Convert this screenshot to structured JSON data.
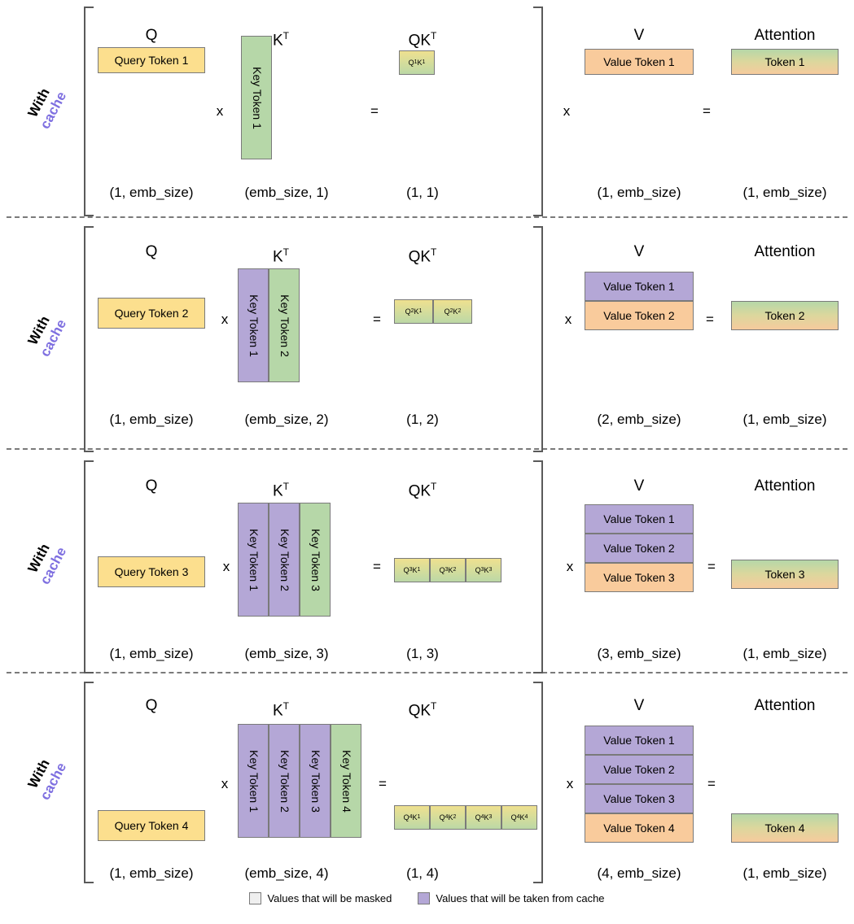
{
  "legend": {
    "items": [
      {
        "label": "Values that will be masked",
        "color": "#efefef",
        "icon": "masked-swatch"
      },
      {
        "label": "Values that will be taken from cache",
        "color": "#b4a7d6",
        "icon": "cache-swatch"
      }
    ]
  },
  "palette": {
    "query": "#fcdf8e",
    "key_new": "#b6d7a8",
    "key_cached": "#b4a7d6",
    "value_new": "#f9cb9c",
    "value_cached": "#b4a7d6",
    "stage_accent": "#7e6fe0",
    "border": "#7a7a7a"
  },
  "headers": {
    "q": "Q",
    "kt": "K",
    "kt_sup": "T",
    "qkt": "QK",
    "qkt_sup": "T",
    "v": "V",
    "attention": "Attention"
  },
  "operators": {
    "times": "x",
    "equals": "="
  },
  "stage_label": {
    "word1": "With",
    "word2": "cache"
  },
  "rows": [
    {
      "id": "step-1",
      "query": "Query Token 1",
      "keys": [
        {
          "label": "Key Token 1",
          "cached": false
        }
      ],
      "qk_cells": [
        {
          "q": "Q",
          "qsub": "1",
          "k": "K",
          "ksub": "1"
        }
      ],
      "values": [
        {
          "label": "Value Token 1",
          "cached": false
        }
      ],
      "attention": "Token 1",
      "shapes": {
        "q": "(1, emb_size)",
        "kt": "(emb_size, 1)",
        "qkt": "(1, 1)",
        "v": "(1, emb_size)",
        "attention": "(1, emb_size)"
      }
    },
    {
      "id": "step-2",
      "query": "Query Token 2",
      "keys": [
        {
          "label": "Key Token 1",
          "cached": true
        },
        {
          "label": "Key Token 2",
          "cached": false
        }
      ],
      "qk_cells": [
        {
          "q": "Q",
          "qsub": "2",
          "k": "K",
          "ksub": "1"
        },
        {
          "q": "Q",
          "qsub": "2",
          "k": "K",
          "ksub": "2"
        }
      ],
      "values": [
        {
          "label": "Value Token 1",
          "cached": true
        },
        {
          "label": "Value Token 2",
          "cached": false
        }
      ],
      "attention": "Token 2",
      "shapes": {
        "q": "(1, emb_size)",
        "kt": "(emb_size, 2)",
        "qkt": "(1, 2)",
        "v": "(2, emb_size)",
        "attention": "(1, emb_size)"
      }
    },
    {
      "id": "step-3",
      "query": "Query Token 3",
      "keys": [
        {
          "label": "Key Token 1",
          "cached": true
        },
        {
          "label": "Key Token 2",
          "cached": true
        },
        {
          "label": "Key Token 3",
          "cached": false
        }
      ],
      "qk_cells": [
        {
          "q": "Q",
          "qsub": "3",
          "k": "K",
          "ksub": "1"
        },
        {
          "q": "Q",
          "qsub": "3",
          "k": "K",
          "ksub": "2"
        },
        {
          "q": "Q",
          "qsub": "3",
          "k": "K",
          "ksub": "3"
        }
      ],
      "values": [
        {
          "label": "Value Token 1",
          "cached": true
        },
        {
          "label": "Value Token 2",
          "cached": true
        },
        {
          "label": "Value Token 3",
          "cached": false
        }
      ],
      "attention": "Token 3",
      "shapes": {
        "q": "(1, emb_size)",
        "kt": "(emb_size, 3)",
        "qkt": "(1, 3)",
        "v": "(3, emb_size)",
        "attention": "(1, emb_size)"
      }
    },
    {
      "id": "step-4",
      "query": "Query Token 4",
      "keys": [
        {
          "label": "Key Token 1",
          "cached": true
        },
        {
          "label": "Key Token 2",
          "cached": true
        },
        {
          "label": "Key Token 3",
          "cached": true
        },
        {
          "label": "Key Token 4",
          "cached": false
        }
      ],
      "qk_cells": [
        {
          "q": "Q",
          "qsub": "4",
          "k": "K",
          "ksub": "1"
        },
        {
          "q": "Q",
          "qsub": "4",
          "k": "K",
          "ksub": "2"
        },
        {
          "q": "Q",
          "qsub": "4",
          "k": "K",
          "ksub": "3"
        },
        {
          "q": "Q",
          "qsub": "4",
          "k": "K",
          "ksub": "4"
        }
      ],
      "values": [
        {
          "label": "Value Token 1",
          "cached": true
        },
        {
          "label": "Value Token 2",
          "cached": true
        },
        {
          "label": "Value Token 3",
          "cached": true
        },
        {
          "label": "Value Token 4",
          "cached": false
        }
      ],
      "attention": "Token 4",
      "shapes": {
        "q": "(1, emb_size)",
        "kt": "(emb_size, 4)",
        "qkt": "(1, 4)",
        "v": "(4, emb_size)",
        "attention": "(1, emb_size)"
      }
    }
  ]
}
